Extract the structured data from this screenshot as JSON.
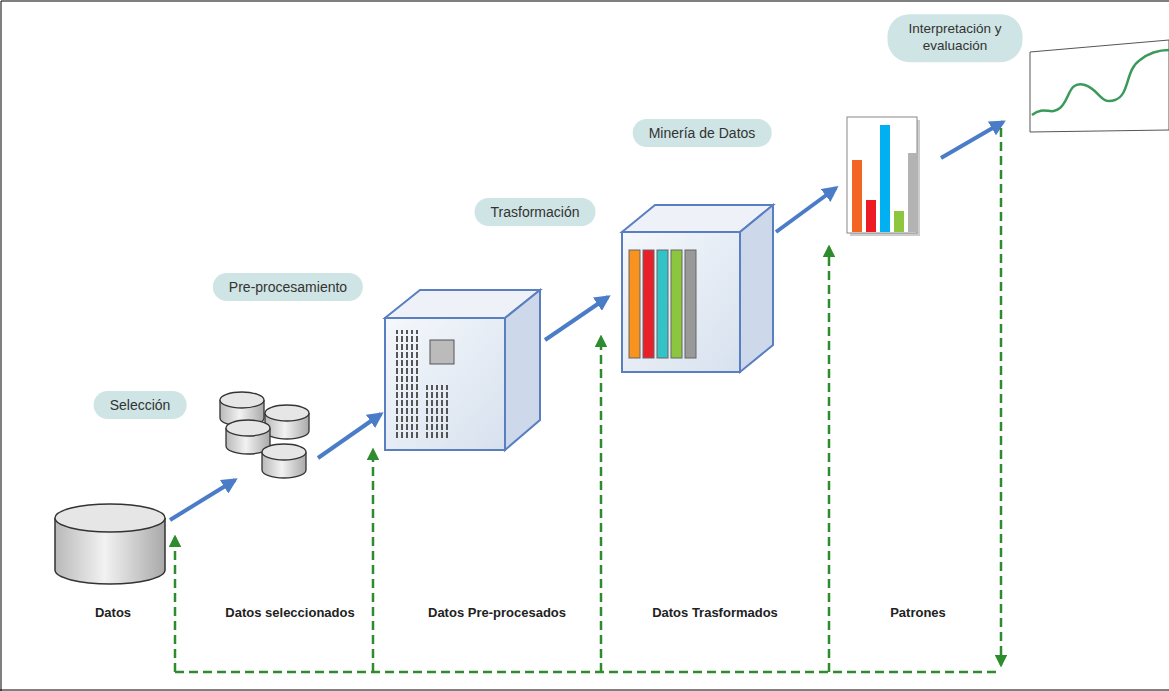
{
  "diagram": {
    "nodes": [
      {
        "text": [
          "Selección"
        ]
      },
      {
        "text": [
          "Pre-procesamiento"
        ]
      },
      {
        "text": [
          "Trasformación"
        ]
      },
      {
        "text": [
          "Minería de Datos"
        ]
      },
      {
        "text": [
          "Interpretación y evaluación"
        ]
      }
    ],
    "labels": [
      "Datos",
      "Datos seleccionados",
      "Datos Pre-procesados",
      "Datos Trasformados",
      "Patrones"
    ]
  }
}
